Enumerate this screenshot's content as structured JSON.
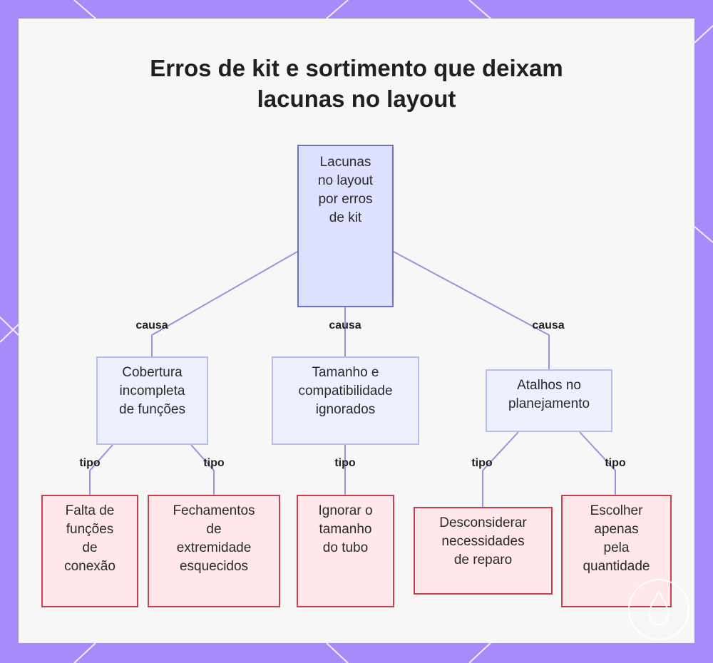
{
  "title": {
    "line1": "Erros de kit e sortimento que deixam",
    "line2": "lacunas no layout"
  },
  "colors": {
    "frame": "#a78bfa",
    "panel": "#f7f7f8",
    "root_fill": "#dde0ff",
    "root_border": "#6d6fc9",
    "cause_fill": "#eef0ff",
    "cause_border": "#b8bdf0",
    "type_fill": "#ffe7ea",
    "type_border": "#c8404e",
    "edge": "#a48be0"
  },
  "root": {
    "lines": [
      "Lacunas",
      "no layout",
      "por erros",
      "de kit"
    ]
  },
  "causes": [
    {
      "lines": [
        "Cobertura",
        "incompleta",
        "de funções"
      ],
      "edge_label": "causa"
    },
    {
      "lines": [
        "Tamanho e",
        "compatibilidade",
        "ignorados"
      ],
      "edge_label": "causa"
    },
    {
      "lines": [
        "Atalhos no",
        "planejamento"
      ],
      "edge_label": "causa"
    }
  ],
  "types": [
    {
      "lines": [
        "Falta de",
        "funções",
        "de",
        "conexão"
      ],
      "edge_label": "tipo"
    },
    {
      "lines": [
        "Fechamentos",
        "de",
        "extremidade",
        "esquecidos"
      ],
      "edge_label": "tipo"
    },
    {
      "lines": [
        "Ignorar o",
        "tamanho",
        "do tubo"
      ],
      "edge_label": "tipo"
    },
    {
      "lines": [
        "Desconsiderar",
        "necessidades",
        "de reparo"
      ],
      "edge_label": "tipo"
    },
    {
      "lines": [
        "Escolher",
        "apenas",
        "pela",
        "quantidade"
      ],
      "edge_label": "tipo"
    }
  ]
}
